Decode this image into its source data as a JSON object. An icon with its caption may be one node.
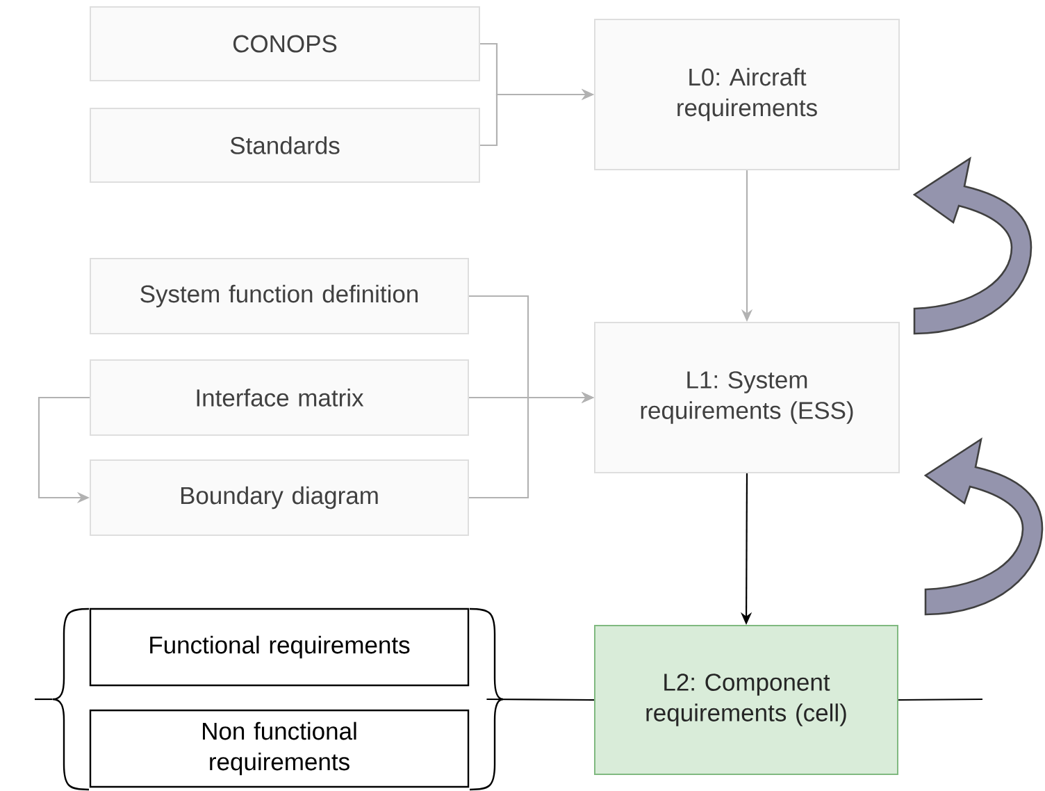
{
  "diagram": {
    "nodes": [
      {
        "text": [
          "CONOPS"
        ]
      },
      {
        "text": [
          "Standards"
        ]
      },
      {
        "text": [
          "L0: Aircraft requirements"
        ]
      },
      {
        "text": [
          "System function definition"
        ]
      },
      {
        "text": [
          "Interface matrix"
        ]
      },
      {
        "text": [
          "Boundary diagram"
        ]
      },
      {
        "text": [
          "L1: System requirements (ESS)"
        ]
      },
      {
        "text": [],
        "shape": "brace"
      },
      {
        "text": [
          "Functional requirements"
        ],
        "in": 7
      },
      {
        "text": [
          "Non functional requirements"
        ],
        "in": 7
      },
      {
        "text": [
          "L2: Component requirements (cell)"
        ]
      }
    ],
    "edges": [
      {
        "from": 0,
        "to": 2,
        "arrow": "to"
      },
      {
        "from": 1,
        "to": 2,
        "arrow": "to"
      },
      {
        "from": 2,
        "to": 6,
        "arrow": "to"
      },
      {
        "from": 3,
        "to": 6,
        "arrow": "to"
      },
      {
        "from": 4,
        "to": 6,
        "arrow": "to"
      },
      {
        "from": 5,
        "to": 6,
        "arrow": "to"
      },
      {
        "from": 4,
        "to": 5,
        "arrow": "to"
      },
      {
        "from": 6,
        "to": 10,
        "arrow": "to",
        "color": "#000000"
      },
      {
        "from": null,
        "to": 7,
        "arrow": "none",
        "color": "#000000"
      },
      {
        "from": 7,
        "to": 10,
        "arrow": "none",
        "color": "#000000"
      },
      {
        "from": 10,
        "to": null,
        "arrow": "none",
        "color": "#000000"
      }
    ]
  }
}
